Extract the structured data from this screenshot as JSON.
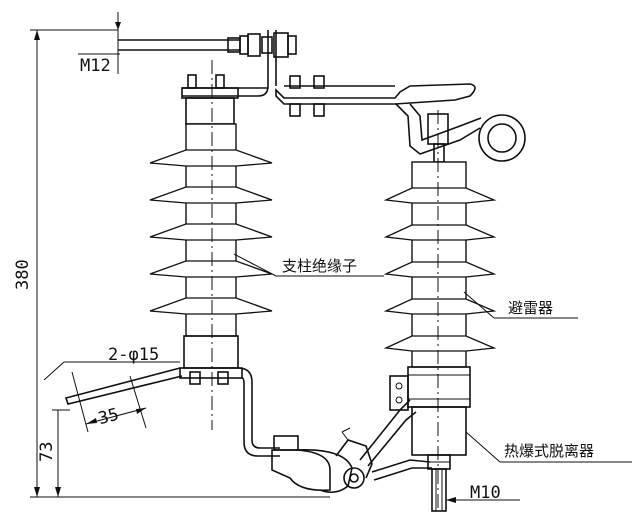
{
  "dimensions": {
    "overall_height": "380",
    "lower_height": "73",
    "top_bolt": "M12",
    "bottom_bolt": "M10",
    "mount_holes": "2-φ15",
    "hole_spacing": "35"
  },
  "labels": {
    "post_insulator": "支柱绝缘子",
    "arrester": "避雷器",
    "disconnector": "热爆式脱离器"
  }
}
